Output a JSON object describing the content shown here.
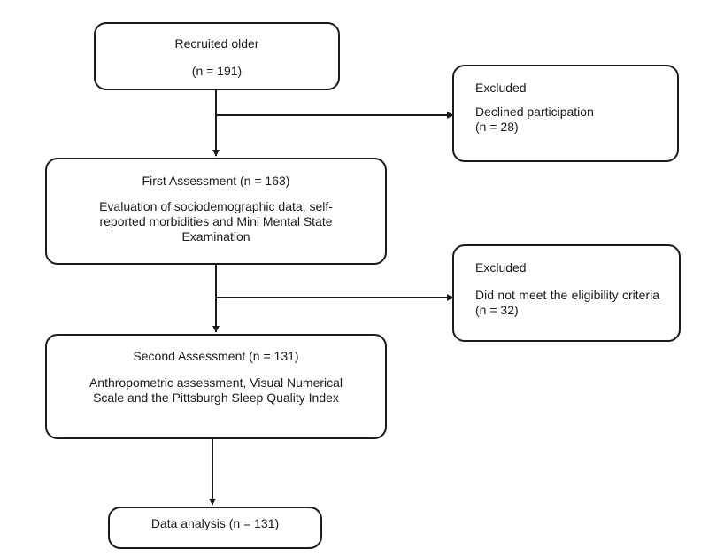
{
  "flowchart": {
    "recruited": {
      "title": "Recruited older",
      "count": "(n = 191)"
    },
    "excluded_1": {
      "title": "Excluded",
      "reason": "Declined participation",
      "count": "(n = 28)"
    },
    "first_assessment": {
      "title": "First Assessment (n = 163)",
      "description": "Evaluation of sociodemographic data, self-reported morbidities and Mini Mental State Examination"
    },
    "excluded_2": {
      "title": "Excluded",
      "reason": "Did not meet the eligibility criteria (n = 32)"
    },
    "second_assessment": {
      "title": "Second Assessment (n = 131)",
      "description": "Anthropometric assessment, Visual Numerical Scale and the Pittsburgh Sleep Quality Index"
    },
    "data_analysis": {
      "title": "Data analysis (n = 131)"
    }
  },
  "colors": {
    "stroke": "#1a1a1a",
    "background": "#ffffff"
  }
}
